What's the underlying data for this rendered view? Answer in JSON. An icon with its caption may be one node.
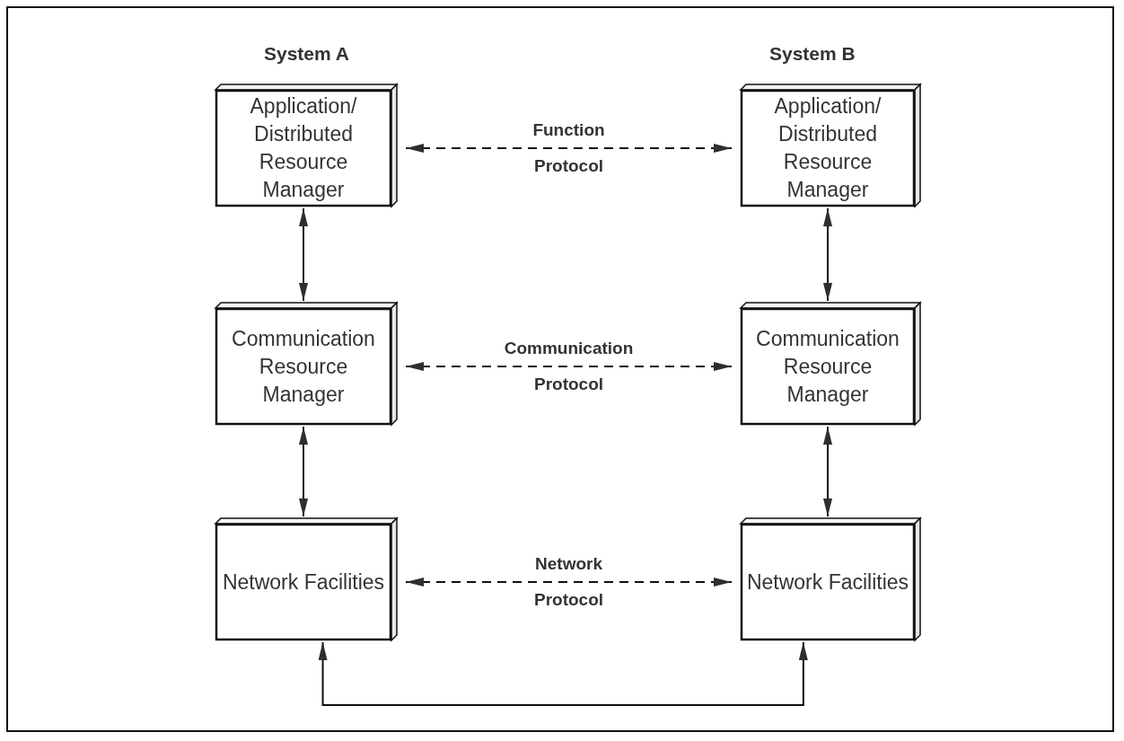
{
  "diagram": {
    "nodes": [
      {
        "text": [
          "Application/ Distributed Resource Manager"
        ]
      },
      {
        "text": [
          "Application/ Distributed Resource Manager"
        ]
      },
      {
        "text": [
          "Communication Resource Manager"
        ]
      },
      {
        "text": [
          "Communication Resource Manager"
        ]
      },
      {
        "text": [
          "Network Facilities"
        ]
      },
      {
        "text": [
          "Network Facilities"
        ]
      }
    ],
    "edges": [
      {
        "from": 0,
        "to": 1,
        "arrow": "both",
        "style": "dashed",
        "label": "Function Protocol"
      },
      {
        "from": 0,
        "to": 2,
        "arrow": "both"
      },
      {
        "from": 1,
        "to": 3,
        "arrow": "both"
      },
      {
        "from": 2,
        "to": 3,
        "arrow": "both",
        "style": "dashed",
        "label": "Communication Protocol"
      },
      {
        "from": 2,
        "to": 4,
        "arrow": "both"
      },
      {
        "from": 3,
        "to": 5,
        "arrow": "both"
      },
      {
        "from": 4,
        "to": 5,
        "arrow": "both",
        "style": "dashed",
        "label": "Network Protocol"
      },
      {
        "from": 4,
        "to": 5,
        "arrow": "both"
      }
    ],
    "labels": [
      "System A",
      "System B"
    ]
  }
}
